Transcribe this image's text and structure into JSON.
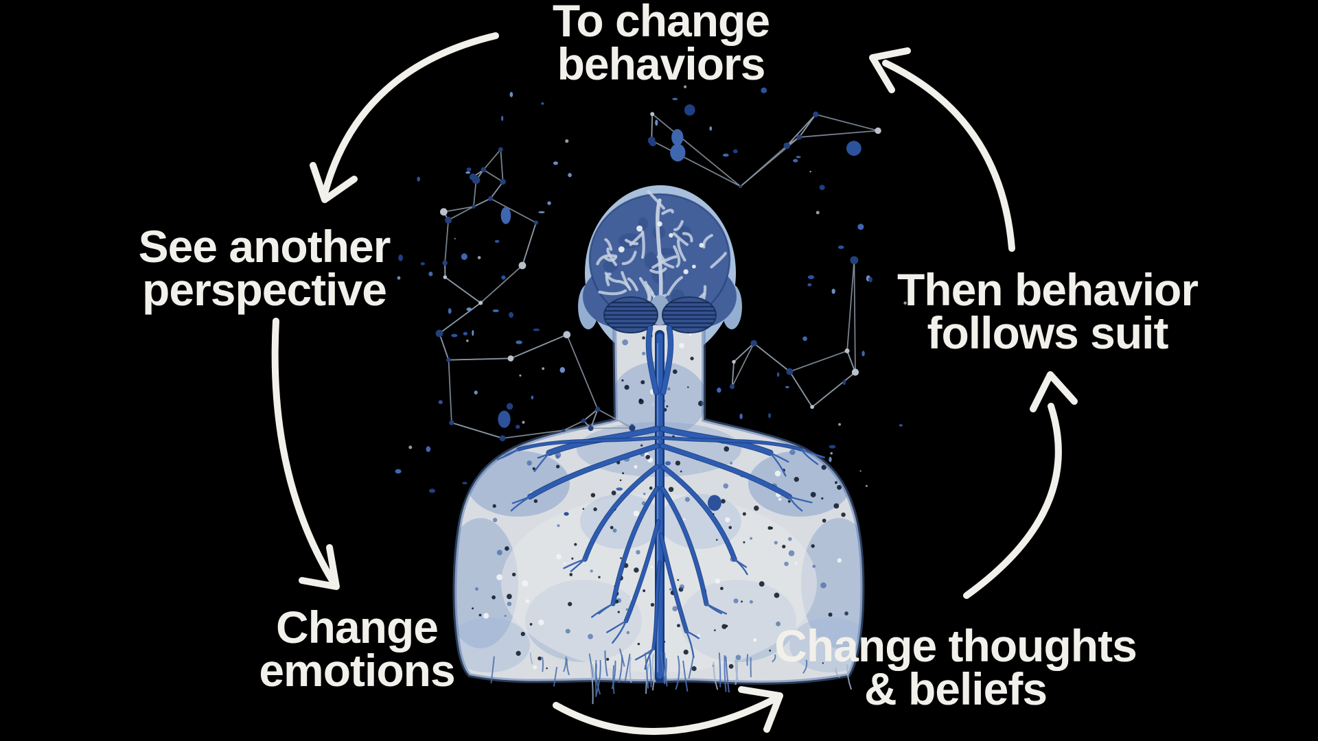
{
  "diagram": {
    "background": "#000000",
    "text_color": "#f2f0ea",
    "arrow_color": "#f2f0ea",
    "labels": {
      "top": {
        "line1": "To change",
        "line2": "behaviors"
      },
      "left": {
        "line1": "See another",
        "line2": "perspective"
      },
      "bottom_left": {
        "line1": "Change",
        "line2": "emotions"
      },
      "bottom_right": {
        "line1": "Change thoughts",
        "line2": "& beliefs"
      },
      "right": {
        "line1": "Then behavior",
        "line2": "follows suit"
      }
    },
    "figure": {
      "palette": {
        "body": "#d9dde2",
        "body_edge": "#5578b0",
        "body_mottle": "#7f9cc8",
        "head": "#a9c0dc",
        "ear": "#93aed0",
        "brain": "#44609b",
        "brain_dark": "#2c4a86",
        "brain_outline": "#24407a",
        "gyri": "#c7d2e2",
        "cerebellum": "#35548f",
        "cerebellum_stripe": "#152b5c",
        "brainstem": "#93a9c9",
        "nerve_dark": "#16387a",
        "nerve": "#2d5cb3",
        "nerve_light": "#3a64b0",
        "rootlet": "#4a6fae",
        "mesh_line": "#8d99a6",
        "mesh_node": "#23407c",
        "mesh_node_light": "#b9c2cc",
        "dot_navy": "#1f3f84",
        "dot_mid": "#2c529c",
        "dot_blue": "#3f67b0",
        "dot_light": "#6b8cc4",
        "speckle_dark": "#0b1526",
        "speckle_white": "#f2f4f6"
      }
    }
  }
}
